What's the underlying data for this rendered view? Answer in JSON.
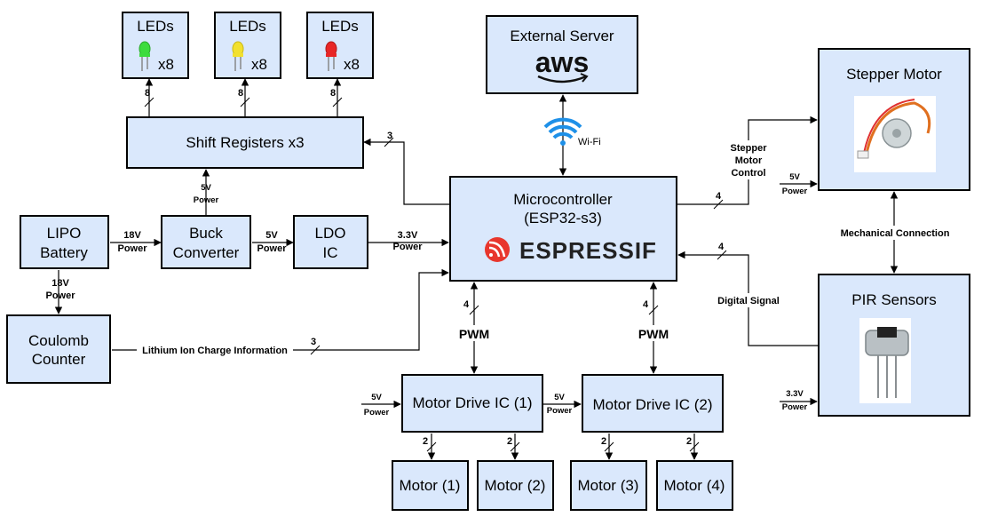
{
  "leds": [
    {
      "label": "LEDs",
      "count": "x8",
      "bus": "8",
      "color": "#3ddc3d"
    },
    {
      "label": "LEDs",
      "count": "x8",
      "bus": "8",
      "color": "#f2e02e"
    },
    {
      "label": "LEDs",
      "count": "x8",
      "bus": "8",
      "color": "#e82626"
    }
  ],
  "shift_registers": {
    "label": "Shift Registers x3",
    "bus": "3"
  },
  "external_server": {
    "label": "External Server",
    "logo": "aws"
  },
  "wifi": {
    "label": "Wi-Fi",
    "icon": "wifi-icon",
    "color": "#1e90e8"
  },
  "mcu": {
    "line1": "Microcontroller",
    "line2": "(ESP32-s3)",
    "logo": "ESPRESSIF",
    "logo_color": "#e8362d"
  },
  "stepper_motor": {
    "label": "Stepper Motor",
    "signal_line1": "Stepper",
    "signal_line2": "Motor",
    "signal_line3": "Control",
    "bus": "4",
    "power_v": "5V",
    "power_l": "Power"
  },
  "mechanical": "Mechanical Connection",
  "pir": {
    "label": "PIR Sensors",
    "signal": "Digital Signal",
    "bus": "4",
    "power_v": "3.3V",
    "power_l": "Power"
  },
  "lipo": {
    "line1": "LIPO",
    "line2": "Battery",
    "out_v": "18V",
    "out_l": "Power",
    "down_v": "18V",
    "down_l": "Power"
  },
  "buck": {
    "line1": "Buck",
    "line2": "Converter",
    "up_v": "5V",
    "up_l": "Power",
    "out_v": "5V",
    "out_l": "Power"
  },
  "ldo": {
    "line1": "LDO",
    "line2": "IC",
    "out_v": "3.3V",
    "out_l": "Power"
  },
  "coulomb": {
    "line1": "Coulomb",
    "line2": "Counter",
    "signal": "Lithium Ion Charge Information",
    "bus": "3"
  },
  "pwm": {
    "label": "PWM",
    "bus": "4"
  },
  "motor_drivers": [
    {
      "label": "Motor Drive IC (1)",
      "power_v": "5V",
      "power_l": "Power"
    },
    {
      "label": "Motor Drive IC (2)",
      "power_v": "5V",
      "power_l": "Power"
    }
  ],
  "motors": [
    {
      "label": "Motor (1)",
      "bus": "2"
    },
    {
      "label": "Motor (2)",
      "bus": "2"
    },
    {
      "label": "Motor (3)",
      "bus": "2"
    },
    {
      "label": "Motor (4)",
      "bus": "2"
    }
  ]
}
